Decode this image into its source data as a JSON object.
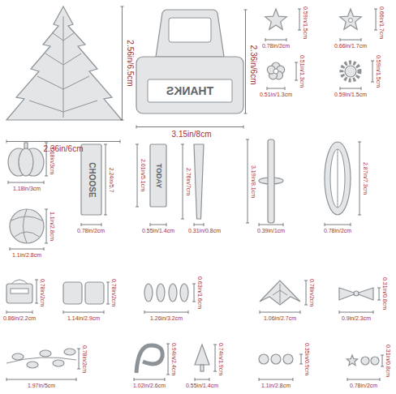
{
  "diagram": {
    "labels": [
      "2.56in/6.5cm",
      "2.36in/6cm",
      "THANKS",
      "2.36in/6cm",
      "3.15in/8cm",
      "0.59in/1.5cm",
      "0.78in/2cm",
      "0.66in/1.7cm",
      "0.66in/1.7cm",
      "0.51in/1.3cm",
      "0.51in/1.3cm",
      "0.59in/1.5cm",
      "0.59in/1.5cm",
      "1.18in/3cm",
      "1.18in/3cm",
      "2.24in/5.7",
      "CHOOSE",
      "0.78in/2cm",
      "2.01in/5.1cm",
      "TODAY",
      "0.55in/1.4cm",
      "2.76in/7cm",
      "0.31in/0.8cm",
      "3.19in/8.1cm",
      "0.39in/1cm",
      "2.87in/7.3cm",
      "0.78in/2cm",
      "1.1in/2.8cm",
      "1.1in/2.8cm",
      "0.78in/2cm",
      "0.86in/2.2cm",
      "0.78in/2cm",
      "1.14in/2.9cm",
      "0.63in/1.6cm",
      "1.26in/3.2cm",
      "0.78in/2cm",
      "1.06in/2.7cm",
      "0.31in/0.8cm",
      "0.9in/2.3cm",
      "0.78in/2cm",
      "1.97in/5cm",
      "0.94in/2.4cm",
      "1.02in/2.6cm",
      "0.74in/1.9cm",
      "0.55in/1.4cm",
      "0.35in/0.9cm",
      "1.1in/2.8cm",
      "0.31in/0.8cm",
      "0.78in/2cm"
    ]
  }
}
